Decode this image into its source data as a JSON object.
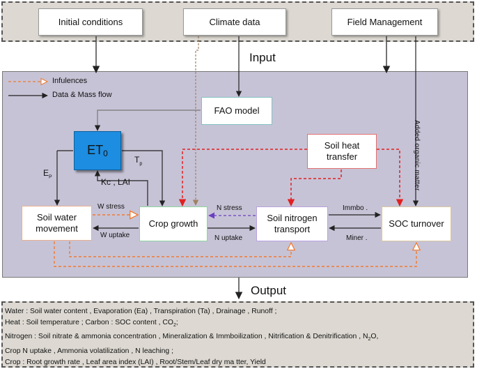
{
  "input": {
    "boxes": {
      "initial_conditions": "Initial conditions",
      "climate_data": "Climate data",
      "field_management": "Field Management"
    },
    "heading": "Input"
  },
  "legend": {
    "influences": "Infulences",
    "data_mass_flow": "Data  & Mass flow"
  },
  "model": {
    "fao_model": "FAO model",
    "et0": "ET",
    "et0_sub": "0",
    "soil_heat_transfer": "Soil heat transfer",
    "soil_water_movement": "Soil water movement",
    "crop_growth": "Crop growth",
    "soil_nitrogen_transport": "Soil nitrogen transport",
    "soc_turnover": "SOC turnover"
  },
  "edges": {
    "ep": "E",
    "ep_sub": "P",
    "tp": "T",
    "tp_sub": "p",
    "kc_lai": "Kc ,  LAI",
    "w_stress": "W stress",
    "w_uptake": "W uptake",
    "n_stress": "N stress",
    "n_uptake": "N uptake",
    "immbo": "Immbo .",
    "miner": "Miner .",
    "added_organic_matter": "Added organic matter"
  },
  "output": {
    "heading": "Output",
    "water": "Water : Soil water content ,  Evaporation (Ea) ,  Transpiration (Ta) ,  Drainage ,  Runoff ;",
    "heat_prefix": "Heat : Soil temperature ; Carbon : SOC content ,  CO",
    "heat_sub": "2",
    "heat_suffix": ";",
    "nitrogen_prefix": "Nitrogen  : Soil nitrate & ammonia concentration ,  Mineralization & Immboilization ,  Nitrification  & Denitrification ,  N",
    "nitrogen_sub": "2",
    "nitrogen_suffix": "O,",
    "crop_n": "Crop  N uptake ,  Ammonia volatilization ,   N leaching ;",
    "crop": "Crop : Root growth rate  ,  Leaf area index (LAI) ,  Root/Stem/Leaf dry ma tter,   Yield"
  },
  "colors": {
    "influence_orange": "#f07a30",
    "influence_red": "#e02020",
    "influence_purple": "#6a3fc0",
    "influence_brown": "#a08060",
    "flow_black": "#222222",
    "et0_fill": "#1c8de0",
    "panel_fill": "#c7c3d6"
  }
}
